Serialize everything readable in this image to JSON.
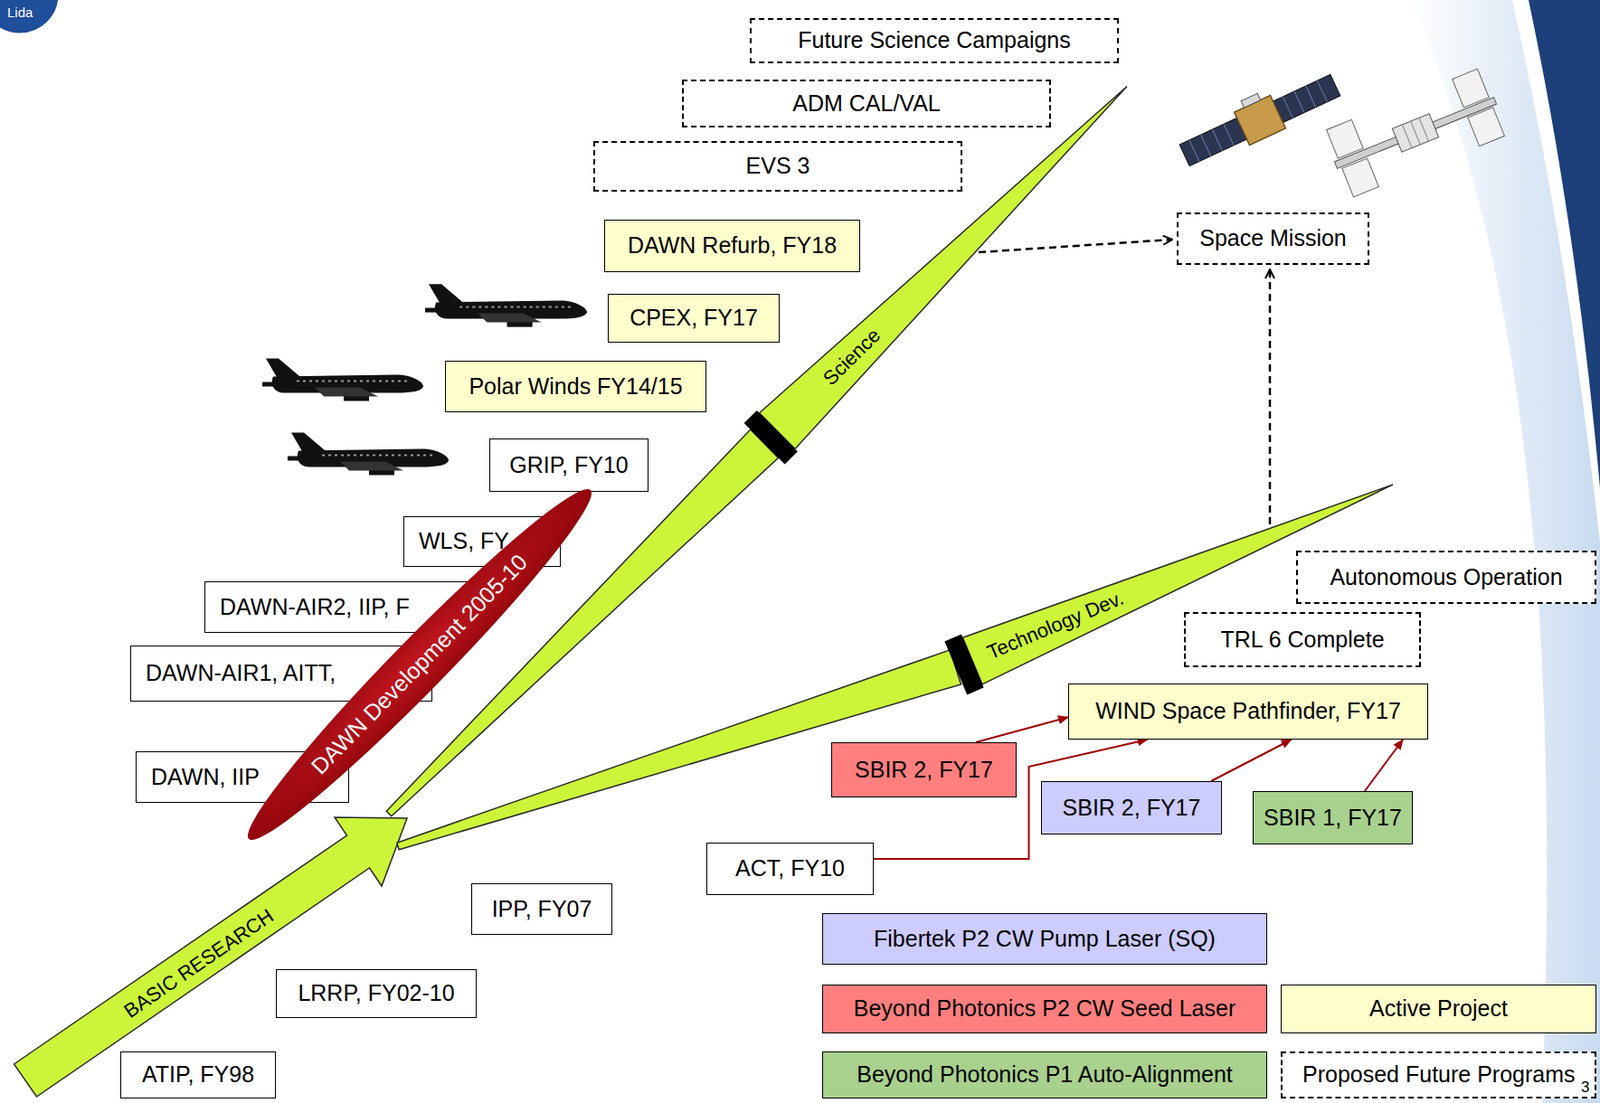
{
  "diagram": {
    "nodes": [
      {
        "text": [
          "Future Science Campaigns"
        ]
      },
      {
        "text": [
          "ADM CAL/VAL"
        ]
      },
      {
        "text": [
          "EVS 3"
        ]
      },
      {
        "text": [
          "DAWN Refurb, FY18"
        ]
      },
      {
        "text": [
          "Space Mission"
        ]
      },
      {
        "text": [
          "CPEX, FY17"
        ]
      },
      {
        "text": [
          "Polar Winds FY14/15"
        ]
      },
      {
        "text": [
          "GRIP, FY10"
        ]
      },
      {
        "text": [
          "WLS, FY"
        ]
      },
      {
        "text": [
          "DAWN-AIR2, IIP, F"
        ]
      },
      {
        "text": [
          "Autonomous Operation"
        ]
      },
      {
        "text": [
          "TRL 6 Complete"
        ]
      },
      {
        "text": [
          "DAWN-AIR1, AITT,"
        ]
      },
      {
        "text": [
          "WIND Space Pathfinder, FY17"
        ]
      },
      {
        "text": [
          "DAWN, IIP"
        ]
      },
      {
        "text": [
          "DAWN Development 2005-10"
        ]
      },
      {
        "text": [
          "SBIR 2, FY17"
        ]
      },
      {
        "text": [
          "SBIR 2, FY17"
        ]
      },
      {
        "text": [
          "SBIR 1, FY17"
        ]
      },
      {
        "text": [
          "ACT, FY10"
        ]
      },
      {
        "text": [
          "IPP, FY07"
        ]
      },
      {
        "text": [
          "LRRP, FY02-10"
        ]
      },
      {
        "text": [
          "ATIP, FY98"
        ]
      }
    ],
    "edges": [
      {
        "from": 16,
        "to": 13,
        "arrow": "to"
      },
      {
        "from": 19,
        "to": 13,
        "arrow": "to"
      },
      {
        "from": 17,
        "to": 13,
        "arrow": "to"
      },
      {
        "from": 18,
        "to": 13,
        "arrow": "to"
      }
    ],
    "labels": [
      "Lida",
      "BASIC RESEARCH",
      "Science",
      "Technology Dev.",
      "3"
    ],
    "legend": [
      {
        "text": "Fibertek P2 CW Pump Laser (SQ)",
        "color": "#ccccff"
      },
      {
        "text": "Beyond Photonics P2 CW Seed Laser",
        "color": "#ff7f7f"
      },
      {
        "text": "Active Project",
        "color": "#ffffcc"
      },
      {
        "text": "Beyond Photonics P1 Auto-Alignment",
        "color": "#a9d18e"
      },
      {
        "text": "Proposed Future Programs"
      }
    ]
  }
}
